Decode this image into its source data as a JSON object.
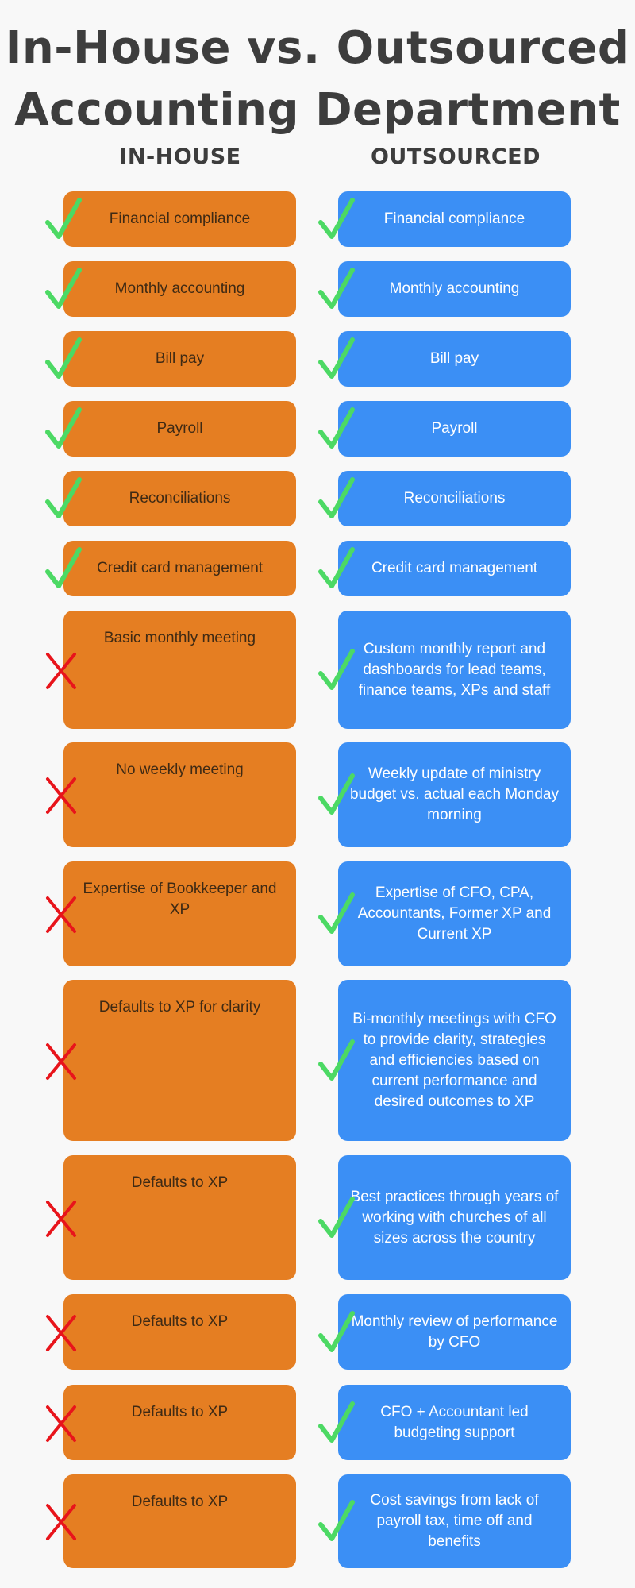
{
  "title_line1": "In-House vs. Outsourced",
  "title_line2": "Accounting Department",
  "columns": {
    "in_house": "IN-HOUSE",
    "outsourced": "OUTSOURCED"
  },
  "colors": {
    "in_house_box": "#e57e22",
    "outsourced_box": "#3b8ff5",
    "check": "#4cd964",
    "cross": "#e8141b",
    "title": "#3d3d3d"
  },
  "rows": [
    {
      "in_house": "Financial compliance",
      "in_house_mark": "check-icon",
      "outsourced": "Financial compliance",
      "outsourced_mark": "check-icon"
    },
    {
      "in_house": "Monthly accounting",
      "in_house_mark": "check-icon",
      "outsourced": "Monthly accounting",
      "outsourced_mark": "check-icon"
    },
    {
      "in_house": "Bill pay",
      "in_house_mark": "check-icon",
      "outsourced": "Bill pay",
      "outsourced_mark": "check-icon"
    },
    {
      "in_house": "Payroll",
      "in_house_mark": "check-icon",
      "outsourced": "Payroll",
      "outsourced_mark": "check-icon"
    },
    {
      "in_house": "Reconciliations",
      "in_house_mark": "check-icon",
      "outsourced": "Reconciliations",
      "outsourced_mark": "check-icon"
    },
    {
      "in_house": "Credit card management",
      "in_house_mark": "check-icon",
      "outsourced": "Credit card management",
      "outsourced_mark": "check-icon"
    },
    {
      "in_house": "Basic monthly meeting",
      "in_house_mark": "cross-icon",
      "outsourced": "Custom monthly report and dashboards for lead teams, finance teams, XPs and staff",
      "outsourced_mark": "check-icon"
    },
    {
      "in_house": "No weekly meeting",
      "in_house_mark": "cross-icon",
      "outsourced": "Weekly update of ministry budget vs. actual each Monday morning",
      "outsourced_mark": "check-icon"
    },
    {
      "in_house": "Expertise of Bookkeeper and XP",
      "in_house_mark": "cross-icon",
      "outsourced": "Expertise of CFO, CPA, Accountants, Former XP and Current XP",
      "outsourced_mark": "check-icon"
    },
    {
      "in_house": "Defaults to XP for clarity",
      "in_house_mark": "cross-icon",
      "outsourced": "Bi-monthly meetings with CFO to provide clarity, strategies and efficiencies based on current performance and desired outcomes to XP",
      "outsourced_mark": "check-icon"
    },
    {
      "in_house": "Defaults to XP",
      "in_house_mark": "cross-icon",
      "outsourced": "Best practices through years of working with churches of all sizes across the country",
      "outsourced_mark": "check-icon"
    },
    {
      "in_house": "Defaults to XP",
      "in_house_mark": "cross-icon",
      "outsourced": "Monthly review of performance by CFO",
      "outsourced_mark": "check-icon"
    },
    {
      "in_house": "Defaults to XP",
      "in_house_mark": "cross-icon",
      "outsourced": "CFO + Accountant led budgeting support",
      "outsourced_mark": "check-icon"
    },
    {
      "in_house": "Defaults to XP",
      "in_house_mark": "cross-icon",
      "outsourced": "Cost savings from lack of payroll tax, time off and benefits",
      "outsourced_mark": "check-icon"
    }
  ]
}
